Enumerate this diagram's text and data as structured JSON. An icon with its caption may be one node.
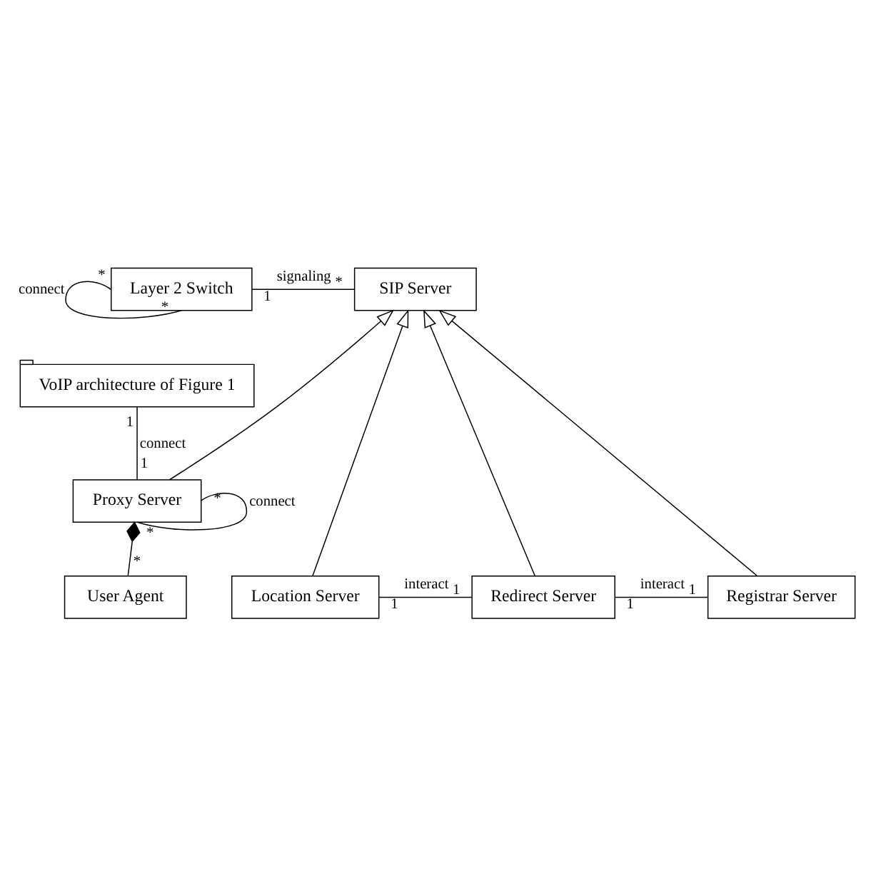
{
  "diagram": {
    "nodes": [
      {
        "text": [
          "Layer 2 Switch"
        ]
      },
      {
        "text": [
          "SIP Server"
        ]
      },
      {
        "text": [
          "VoIP architecture of Figure 1"
        ]
      },
      {
        "text": [
          "Proxy Server"
        ]
      },
      {
        "text": [
          "Location Server"
        ]
      },
      {
        "text": [
          "Redirect Server"
        ]
      },
      {
        "text": [
          "Registrar Server"
        ]
      },
      {
        "text": [
          "User Agent"
        ]
      }
    ],
    "edges": [
      {
        "from": 0,
        "to": 1,
        "arrow": "none",
        "label": "signaling"
      },
      {
        "from": 0,
        "to": 0,
        "arrow": "none",
        "label": "connect"
      },
      {
        "from": 4,
        "to": 1,
        "arrow": "to"
      },
      {
        "from": 5,
        "to": 1,
        "arrow": "to"
      },
      {
        "from": 6,
        "to": 1,
        "arrow": "to"
      },
      {
        "from": 3,
        "to": 1,
        "arrow": "to"
      },
      {
        "from": 2,
        "to": 3,
        "arrow": "none",
        "label": "connect"
      },
      {
        "from": 3,
        "to": 3,
        "arrow": "none",
        "label": "connect"
      },
      {
        "from": 3,
        "to": 7,
        "arrow": "other"
      },
      {
        "from": 4,
        "to": 5,
        "arrow": "none",
        "label": "interact"
      },
      {
        "from": 5,
        "to": 6,
        "arrow": "none",
        "label": "interact"
      }
    ],
    "labels": [
      "1",
      "*",
      "*",
      "*",
      "1",
      "*",
      "1",
      "*",
      "*",
      "1",
      "1",
      "1",
      "1"
    ]
  }
}
